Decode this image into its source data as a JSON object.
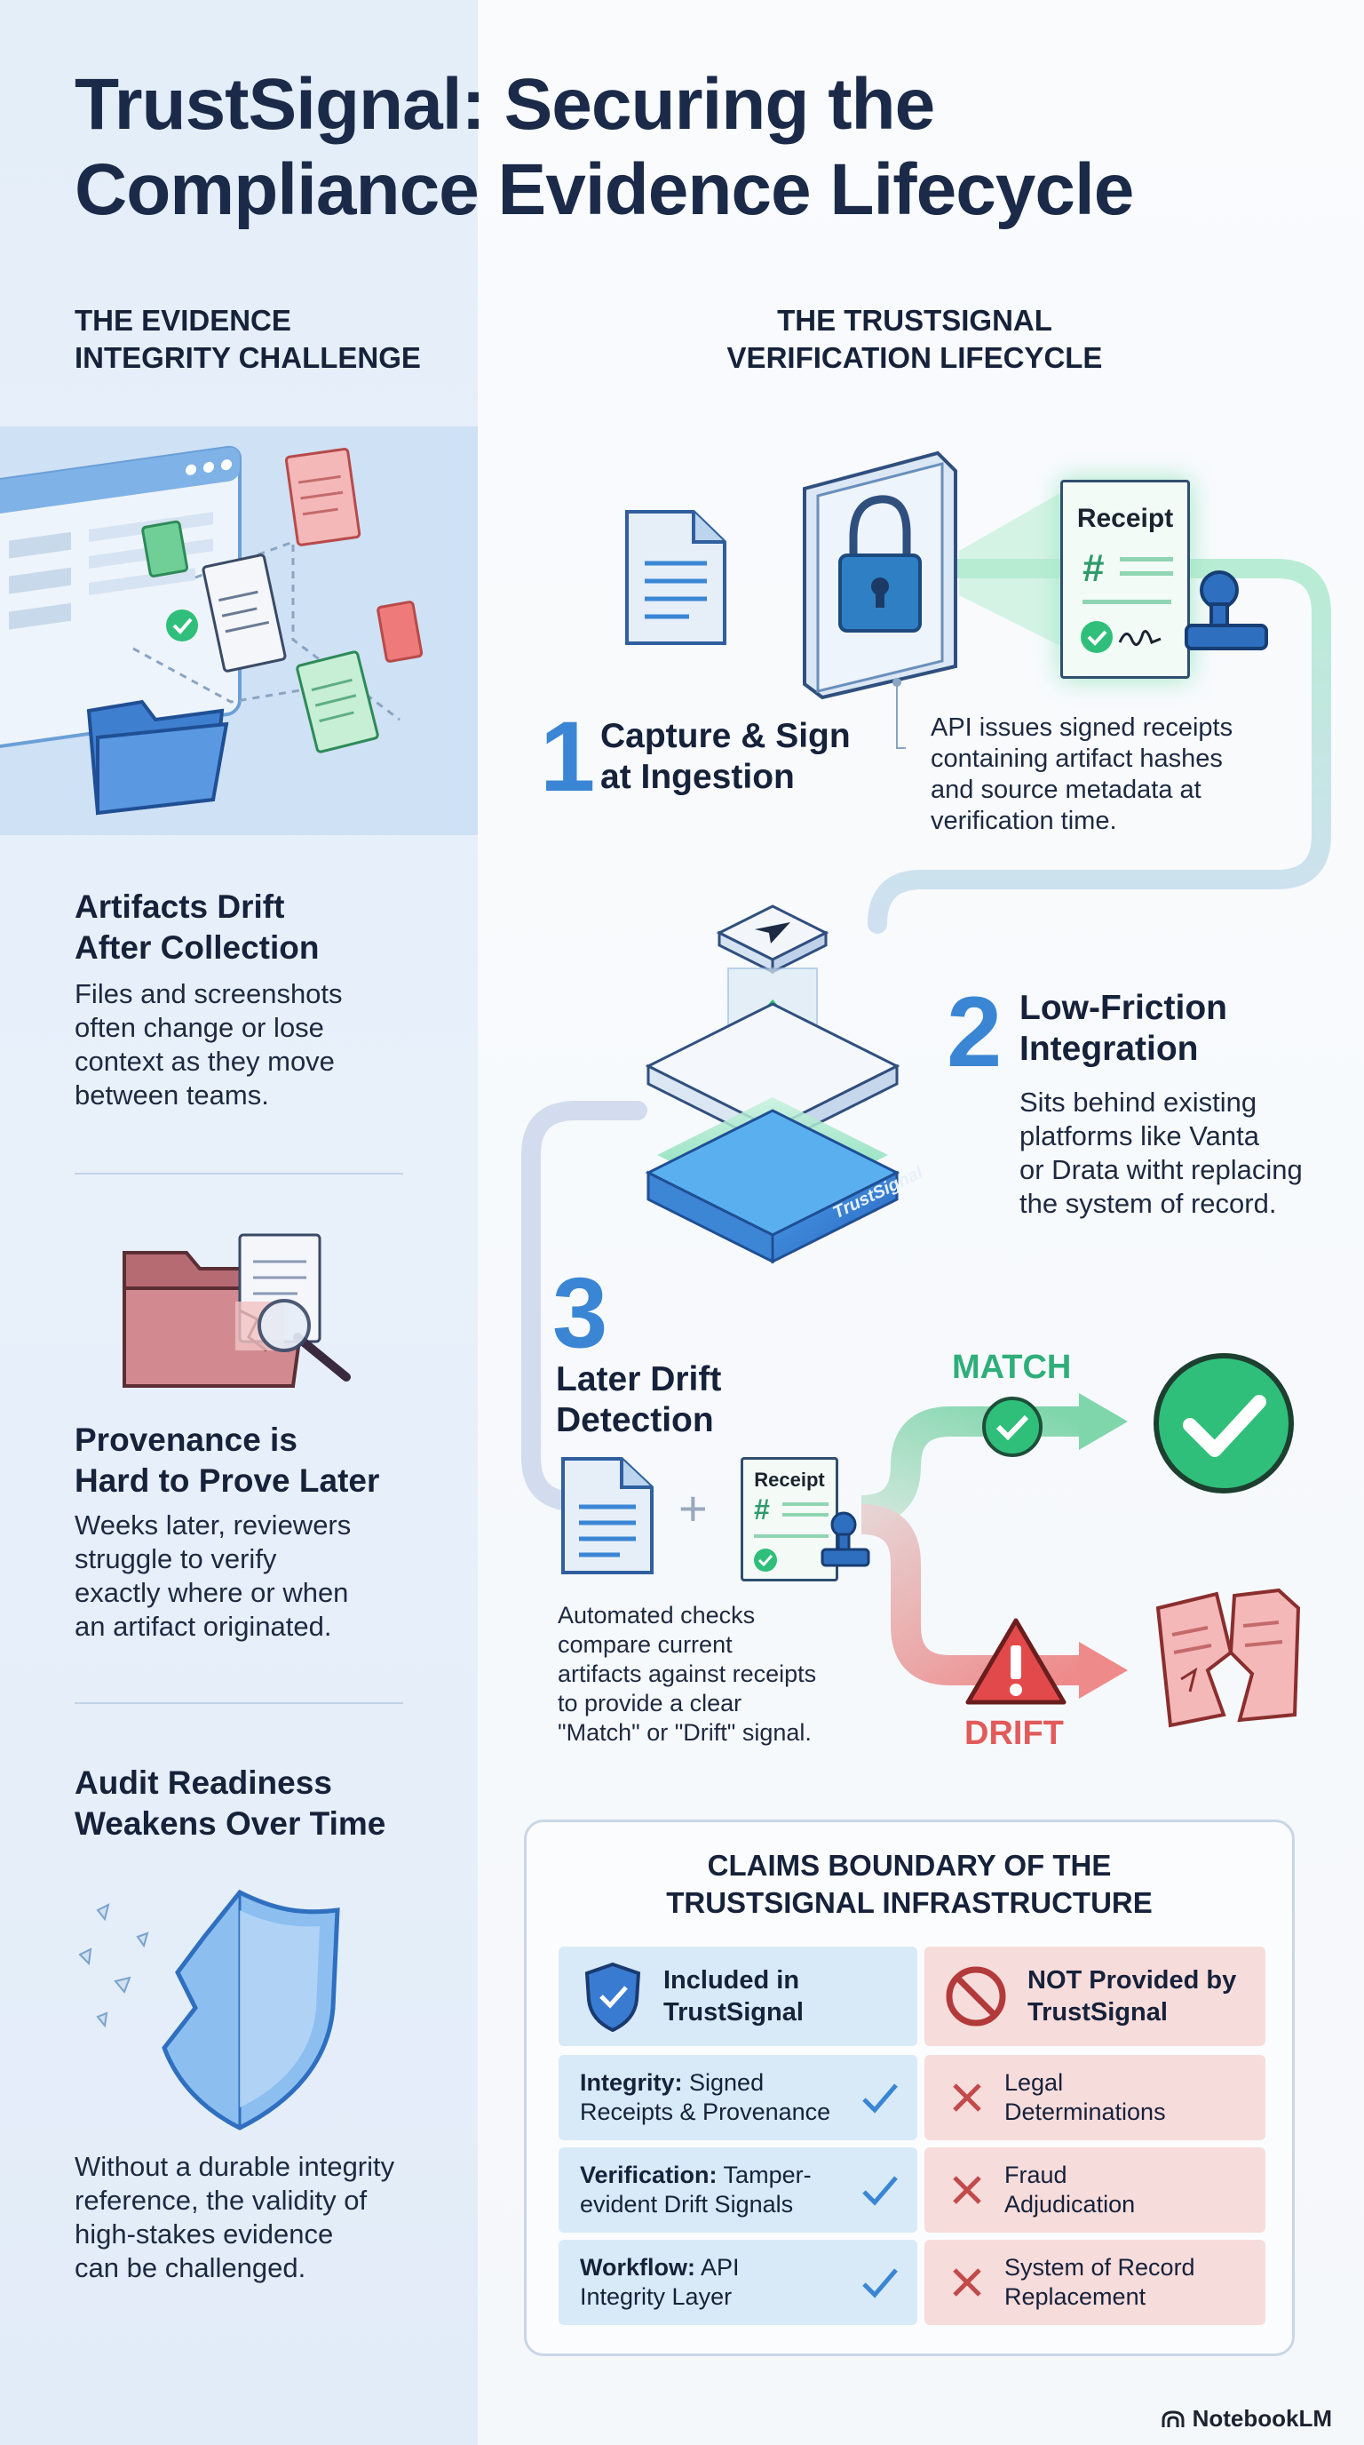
{
  "title": "TrustSignal: Securing the Compliance Evidence Lifecycle",
  "left_heading": [
    "THE EVIDENCE",
    "INTEGRITY CHALLENGE"
  ],
  "right_heading": [
    "THE TRUSTSIGNAL",
    "VERIFICATION LIFECYCLE"
  ],
  "challenges": [
    {
      "title": [
        "Artifacts Drift",
        "After Collection"
      ],
      "body": [
        "Files and screenshots",
        "often change or lose",
        "context as they move",
        "between teams."
      ]
    },
    {
      "title": [
        "Provenance is",
        "Hard to Prove Later"
      ],
      "body": [
        "Weeks later, reviewers",
        "struggle to verify",
        "exactly where or when",
        "an artifact originated."
      ]
    },
    {
      "title": [
        "Audit Readiness",
        "Weakens Over Time"
      ],
      "body": [
        "Without a durable integrity",
        "reference, the validity of",
        "high-stakes evidence",
        "can be challenged."
      ]
    }
  ],
  "steps": [
    {
      "number": "1",
      "title": [
        "Capture & Sign",
        "at Ingestion"
      ],
      "desc": [
        "API issues signed receipts",
        "containing artifact hashes",
        "and source metadata at",
        "verification time."
      ]
    },
    {
      "number": "2",
      "title": [
        "Low-Friction",
        "Integration"
      ],
      "desc": [
        "Sits behind existing",
        "platforms like Vanta",
        "or Drata witht replacing",
        "the system of record."
      ]
    },
    {
      "number": "3",
      "title": [
        "Later Drift",
        "Detection"
      ],
      "desc": [
        "Automated checks",
        "compare current",
        "artifacts against receipts",
        "to provide a clear",
        "\"Match\" or \"Drift\" signal."
      ]
    }
  ],
  "receipt_label": "Receipt",
  "platform_label": "TrustSignal",
  "match_label": "MATCH",
  "drift_label": "DRIFT",
  "claims": {
    "title": [
      "CLAIMS BOUNDARY OF THE",
      "TRUSTSIGNAL INFRASTRUCTURE"
    ],
    "included_header": [
      "Included in",
      "TrustSignal"
    ],
    "not_header": [
      "NOT Provided by",
      "TrustSignal"
    ],
    "included": [
      {
        "label": "Integrity:",
        "text1": " Signed",
        "text2": "Receipts & Provenance"
      },
      {
        "label": "Verification:",
        "text1": " Tamper-",
        "text2": "evident Drift Signals"
      },
      {
        "label": "Workflow:",
        "text1": " API",
        "text2": "Integrity Layer"
      }
    ],
    "not_provided": [
      [
        "Legal",
        "Determinations"
      ],
      [
        "Fraud",
        "Adjudication"
      ],
      [
        "System of Record",
        "Replacement"
      ]
    ]
  },
  "brand": "NotebookLM",
  "colors": {
    "accent_blue": "#3a86d4",
    "match_green": "#2fbf7a",
    "drift_red": "#e25a5a",
    "title_navy": "#1a2a48"
  }
}
